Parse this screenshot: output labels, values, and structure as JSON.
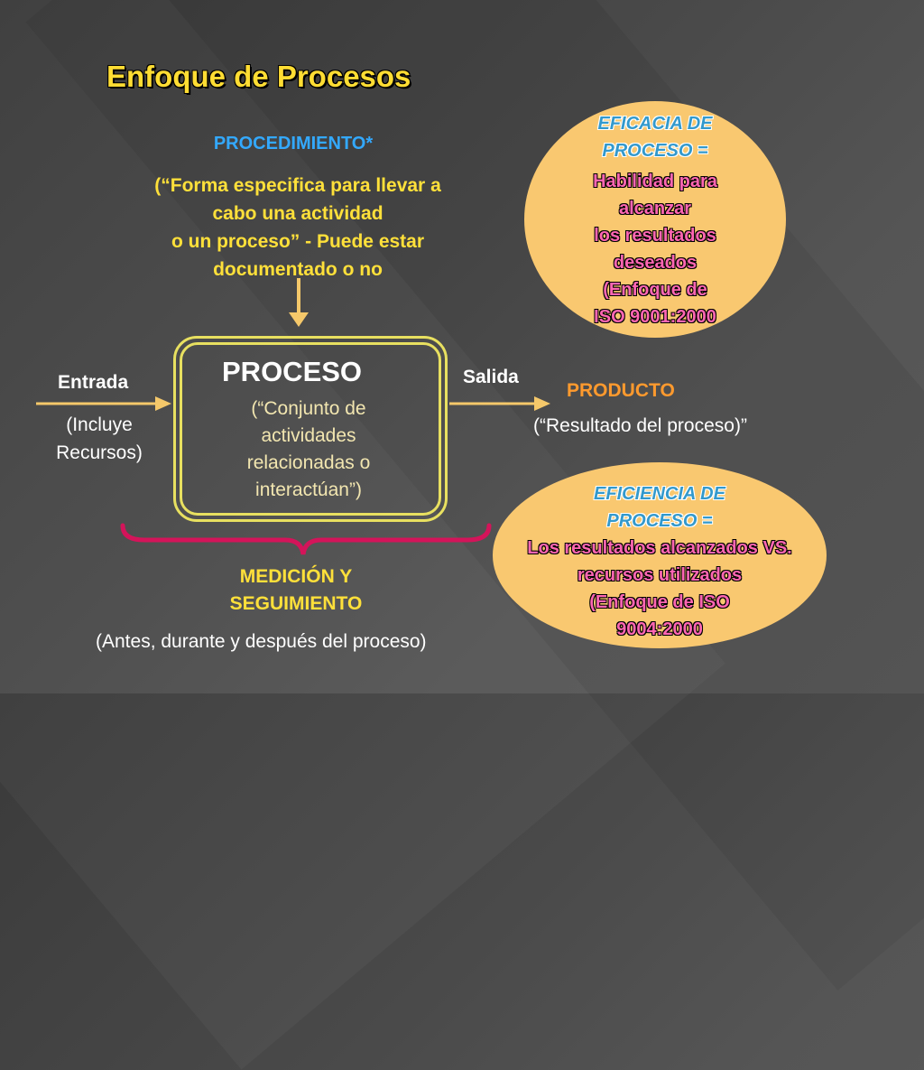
{
  "title": "Enfoque de Procesos",
  "procedimiento": {
    "heading": "PROCEDIMIENTO*",
    "lines": [
      "(“Forma especifica para llevar a",
      "cabo una actividad",
      "o un proceso” - Puede estar",
      "documentado o no"
    ]
  },
  "eficacia": {
    "heading_lines": [
      "EFICACIA DE",
      "PROCESO  ="
    ],
    "body_lines": [
      "Habilidad para",
      "alcanzar",
      "los resultados",
      "deseados",
      "(Enfoque de",
      "ISO 9001:2000"
    ]
  },
  "proceso": {
    "heading": "PROCESO",
    "lines": [
      "(“Conjunto de",
      "actividades",
      "relacionadas o",
      "interactúan”)"
    ]
  },
  "entrada": {
    "label": "Entrada",
    "lines": [
      "(Incluye",
      "Recursos)"
    ]
  },
  "salida": {
    "label": "Salida"
  },
  "producto": {
    "heading": "PRODUCTO",
    "text": "(“Resultado del proceso)”"
  },
  "eficiencia": {
    "heading_lines": [
      "EFICIENCIA DE",
      "PROCESO  ="
    ],
    "body_lines": [
      "Los resultados alcanzados VS.",
      "recursos utilizados",
      "(Enfoque de ISO",
      "9004:2000"
    ]
  },
  "medicion": {
    "heading_lines": [
      "MEDICIÓN Y",
      "SEGUIMIENTO"
    ],
    "text": "(Antes, durante y después del  proceso)"
  },
  "colors": {
    "accent_yellow": "#ffe03a",
    "blue": "#33a9ff",
    "ellipse": "#f9c870",
    "arrow": "#f5c86a",
    "brace": "#d4145a"
  }
}
